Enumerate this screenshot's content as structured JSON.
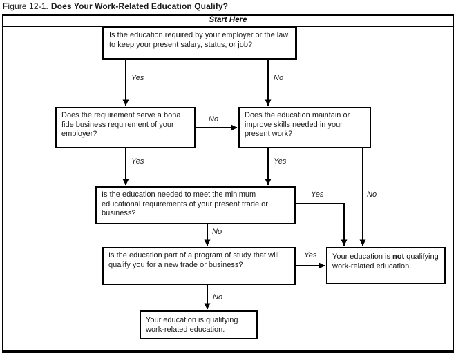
{
  "title": {
    "figure_label": "Figure 12-1.",
    "title_text": "Does Your Work-Related Education Qualify?"
  },
  "start_label": "Start Here",
  "colors": {
    "ink": "#000000",
    "background": "#ffffff"
  },
  "nodes": {
    "q1": {
      "text": "Is the education required by your employer or the law to keep your present salary, status, or job?"
    },
    "q2": {
      "text": "Does the requirement serve a bona fide business requirement of your employer?"
    },
    "q3": {
      "text": "Does the education maintain or improve skills needed in your present work?"
    },
    "q4": {
      "text": "Is the education needed to meet the minimum educational requirements of your present trade or business?"
    },
    "q5": {
      "text": "Is the education part of a program of study that will qualify you for a new trade or business?"
    },
    "not_qualifying": {
      "pre": "Your education is ",
      "emphasis": "not",
      "post": " qualifying work-related education."
    },
    "qualifying": {
      "text": "Your education is qualifying work-related education."
    }
  },
  "edge_labels": {
    "q1_to_q2": "Yes",
    "q1_to_q3": "No",
    "q2_to_q3": "No",
    "q2_to_q4": "Yes",
    "q3_to_q4": "Yes",
    "q3_to_nq": "No",
    "q4_to_nq": "Yes",
    "q4_to_q5": "No",
    "q5_to_nq": "Yes",
    "q5_to_qualifying": "No"
  }
}
